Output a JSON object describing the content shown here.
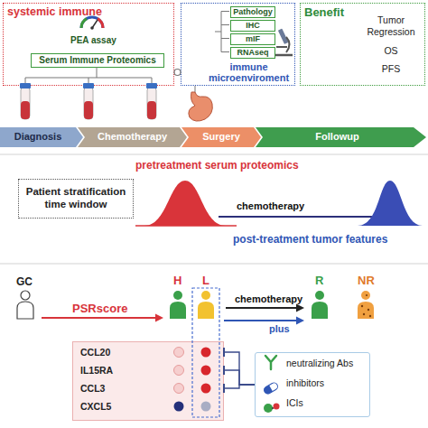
{
  "diagram": {
    "nodes": [
      {
        "text": [
          "systemic immune"
        ]
      },
      {
        "text": [
          "Serum Immune Proteomics"
        ],
        "in": 0
      },
      {
        "text": [
          "immune microenviroment"
        ]
      },
      {
        "text": [
          "Pathology"
        ],
        "in": 2
      },
      {
        "text": [
          "IHC"
        ],
        "in": 2
      },
      {
        "text": [
          "mIF"
        ],
        "in": 2
      },
      {
        "text": [
          "RNAseq"
        ],
        "in": 2
      },
      {
        "text": [
          "Benefit",
          "Tumor Regression",
          "OS",
          "PFS"
        ]
      },
      {
        "text": [
          "Diagnosis"
        ]
      },
      {
        "text": [
          "Chemotherapy"
        ]
      },
      {
        "text": [
          "Surgery"
        ]
      },
      {
        "text": [
          "Followup"
        ]
      },
      {
        "text": [
          "Patient stratification time window"
        ]
      },
      {
        "text": [
          "CCL20",
          "IL15RA",
          "CCL3",
          "CXCL5"
        ]
      },
      {
        "text": [
          "neutralizing Abs",
          "inhibitors",
          "ICIs"
        ]
      }
    ],
    "edges": [
      {
        "from": 0,
        "to": 2,
        "arrow": "none"
      },
      {
        "from": 14,
        "to": 13,
        "arrow": "to"
      },
      {
        "from": 14,
        "to": 13,
        "arrow": "to"
      },
      {
        "from": 14,
        "to": 13,
        "arrow": "to"
      }
    ],
    "labels": [
      "PEA assay",
      "pretreatment serum proteomics",
      "chemotherapy",
      "post-treatment tumor features",
      "GC",
      "PSRscore",
      "H",
      "L",
      "chemotherapy",
      "R",
      "NR",
      "plus"
    ]
  }
}
